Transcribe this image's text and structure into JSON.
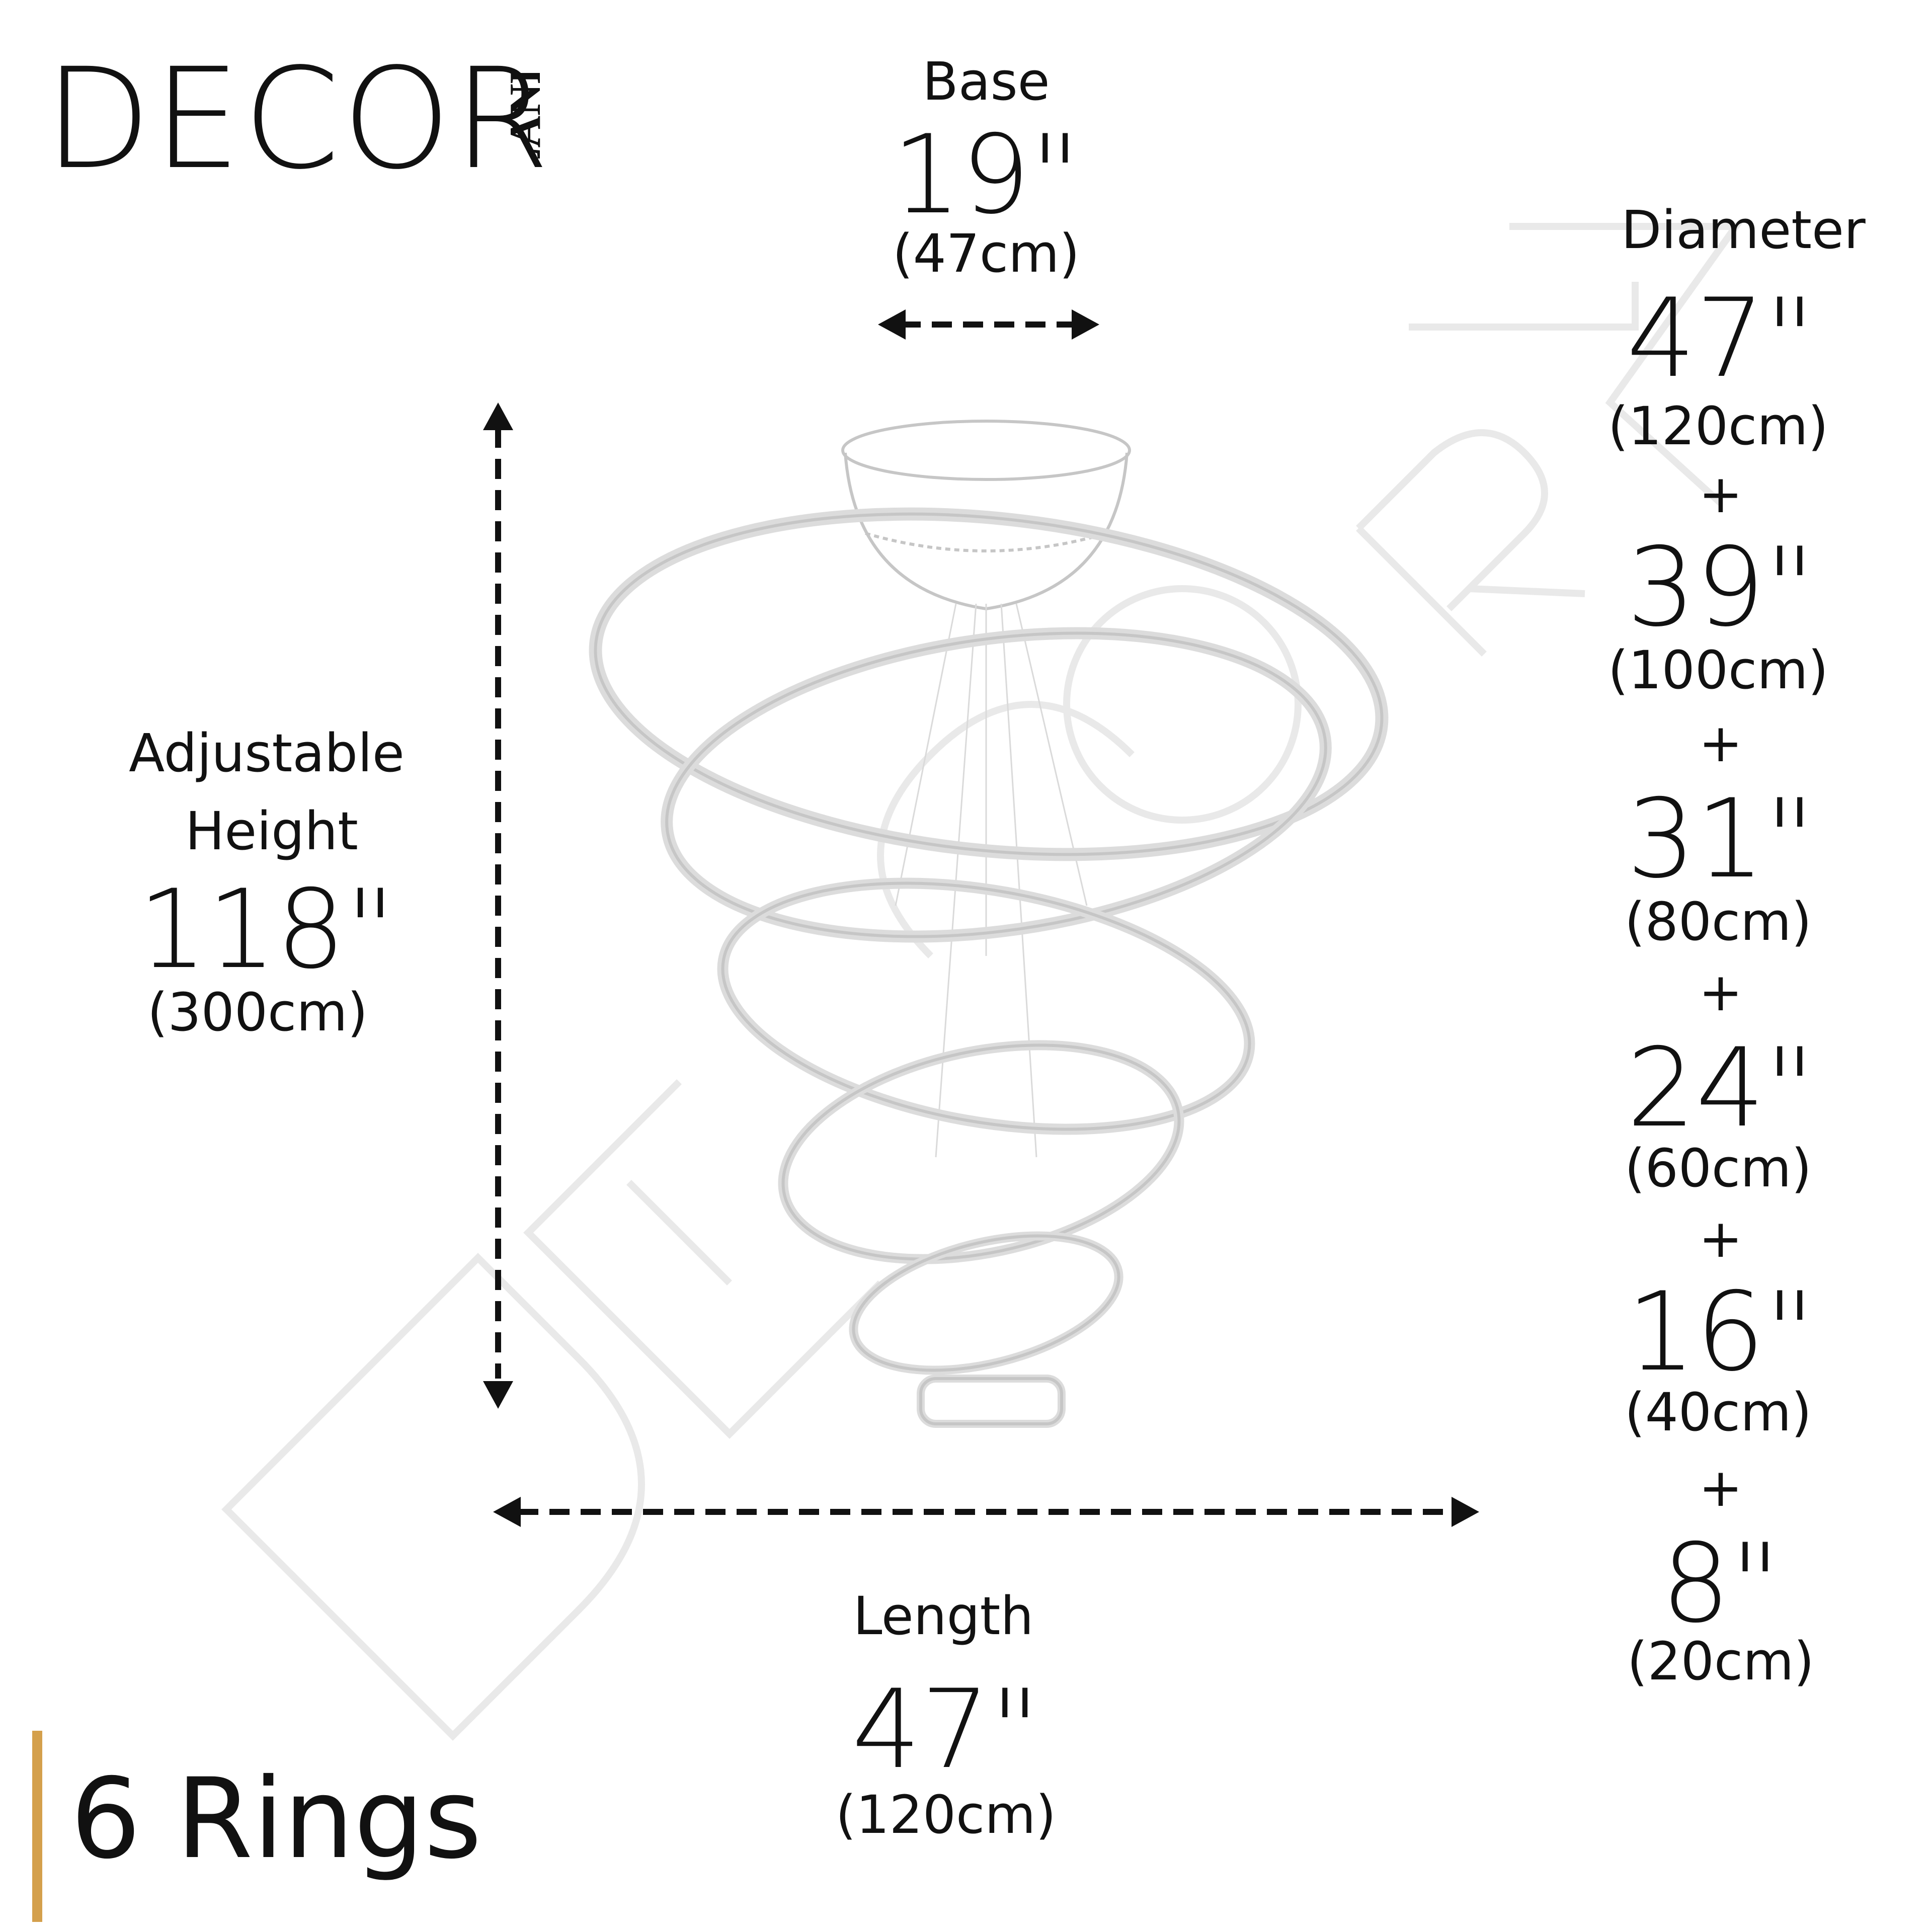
{
  "brand": {
    "name": "DECOR",
    "sub": "LANE",
    "watermark": "DECOR LANE"
  },
  "base": {
    "label": "Base",
    "inches": "19\"",
    "cm": "(47cm)"
  },
  "height": {
    "label_line1": "Adjustable",
    "label_line2": "Height",
    "inches": "118\"",
    "cm": "(300cm)"
  },
  "length": {
    "label": "Length",
    "inches": "47\"",
    "cm": "(120cm)"
  },
  "diameter": {
    "label": "Diameter",
    "rings": [
      {
        "inches": "47\"",
        "cm": "(120cm)"
      },
      {
        "inches": "39\"",
        "cm": "(100cm)"
      },
      {
        "inches": "31\"",
        "cm": "(80cm)"
      },
      {
        "inches": "24\"",
        "cm": "(60cm)"
      },
      {
        "inches": "16\"",
        "cm": "(40cm)"
      },
      {
        "inches": "8\"",
        "cm": "(20cm)"
      }
    ],
    "separator": "+"
  },
  "rings_count": "6 Rings",
  "colors": {
    "accent": "#d4a04c",
    "text": "#111111",
    "sketch": "#c8c8c8",
    "watermark": "#ececec"
  },
  "image": {
    "subject": "chandelier-sketch",
    "ring_count": 6
  }
}
